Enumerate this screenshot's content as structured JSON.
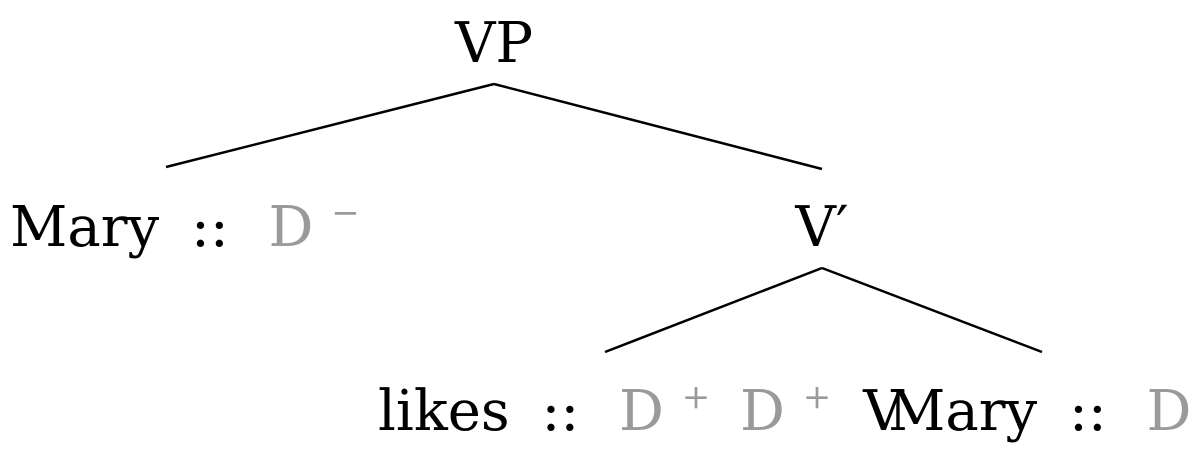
{
  "tree": {
    "root": {
      "label": "VP"
    },
    "left": {
      "word": "Mary",
      "sep": "::",
      "features": [
        {
          "base": "D",
          "sign": "−",
          "color": "#9a9a9a"
        }
      ]
    },
    "vbar": {
      "label": "V′"
    },
    "vbar_left": {
      "word": "likes",
      "sep": "::",
      "features": [
        {
          "base": "D",
          "sign": "+",
          "color": "#9a9a9a"
        },
        {
          "base": "D",
          "sign": "+",
          "color": "#9a9a9a"
        },
        {
          "base": "V",
          "sign": "",
          "color": "#000000"
        }
      ]
    },
    "vbar_right": {
      "word": "Mary",
      "sep": "::",
      "features": [
        {
          "base": "D",
          "sign": "−",
          "color": "#9a9a9a"
        }
      ]
    }
  }
}
